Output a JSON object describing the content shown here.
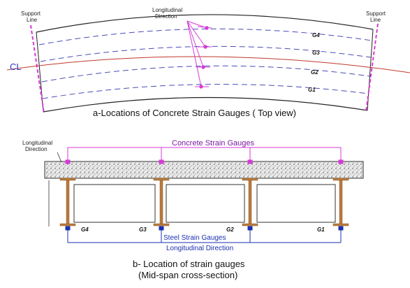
{
  "top_view": {
    "support_line_left": [
      "Support",
      "Line"
    ],
    "support_line_right": [
      "Support",
      "Line"
    ],
    "longitudinal_direction": [
      "Longitudinal",
      "Direction"
    ],
    "centerline_label": "CL",
    "girders": [
      "G4",
      "G3",
      "G2",
      "G1"
    ],
    "caption": "a-Locations of Concrete Strain Gauges ( Top view)"
  },
  "section_view": {
    "longitudinal_direction_left": [
      "Longitudinal",
      "Direction"
    ],
    "concrete_strain_gauges": "Concrete Strain Gauges",
    "girders": [
      "G4",
      "G3",
      "G2",
      "G1"
    ],
    "steel_strain_gauges": "Steel Strain Gauges",
    "longitudinal_direction_bottom": "Longitudinal Direction",
    "caption_line1": "b- Location of strain gauges",
    "caption_line2": "(Mid-span cross-section)"
  },
  "colors": {
    "gauge_magenta": "#d63ad6",
    "girder_dash_blue": "#4a4ab8",
    "centerline_red": "#c0392b",
    "girder_brown": "#b97a3c",
    "steel_gauge_blue": "#1a2fb0"
  }
}
